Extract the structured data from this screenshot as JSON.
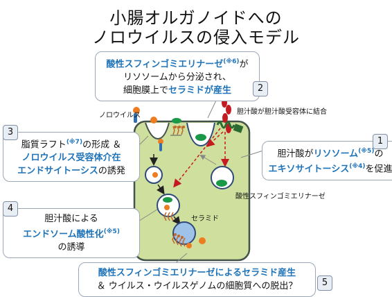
{
  "title": {
    "line1": "小腸オルガノイドへの",
    "line2": "ノロウイルスの侵入モデル"
  },
  "callouts": {
    "c1": {
      "num": "1",
      "l1a": "胆汁酸が",
      "l1b": "リソソーム",
      "l1sup": "(※5)",
      "l1c": "の",
      "l2a": "エキソサイトーシス",
      "l2sup": "(※4)",
      "l2b": "を促進"
    },
    "c2": {
      "num": "2",
      "l1a": "酸性スフィンゴミエリナーゼ",
      "l1sup": "(※6)",
      "l1b": "が",
      "l2": "リソソームから分泌され、",
      "l3a": "細胞膜上で",
      "l3b": "セラミドが産生"
    },
    "c3": {
      "num": "3",
      "l1a": "脂質ラフト",
      "l1sup": "(※7)",
      "l1b": "の形成 ＆",
      "l2": "ノロウイルス受容体介在",
      "l3a": "エンドサイトーシス",
      "l3b": "の誘発"
    },
    "c4": {
      "num": "4",
      "l1": "胆汁酸による",
      "l2a": "エンドソーム酸性化",
      "l2sup": "(※5)",
      "l3": "の誘導"
    },
    "c5": {
      "num": "5",
      "l1": "酸性スフィンゴミエリナーゼによるセラミド産生",
      "l2": "＆ ウイルス・ウイルスゲノムの細胞質への脱出？"
    }
  },
  "labels": {
    "norovirus": "ノロウイルス",
    "bile_binding": "胆汁酸が胆汁酸受容体に結合",
    "asm": "酸性スフィンゴミエリナーゼ",
    "ceramide": "セラミド"
  },
  "colors": {
    "cell_fill": "#cfdf9e",
    "cell_stroke": "#44534a",
    "virus": "#ee7d22",
    "vesicle_fill": "#ffffff",
    "vesicle_stroke": "#2f4a78",
    "enzyme": "#1a9a49",
    "bile_red": "#c41b22",
    "receptor_blue": "#2f6fb2",
    "ceramide_orange": "#c0672a",
    "accent_blue": "#1f73b8"
  }
}
